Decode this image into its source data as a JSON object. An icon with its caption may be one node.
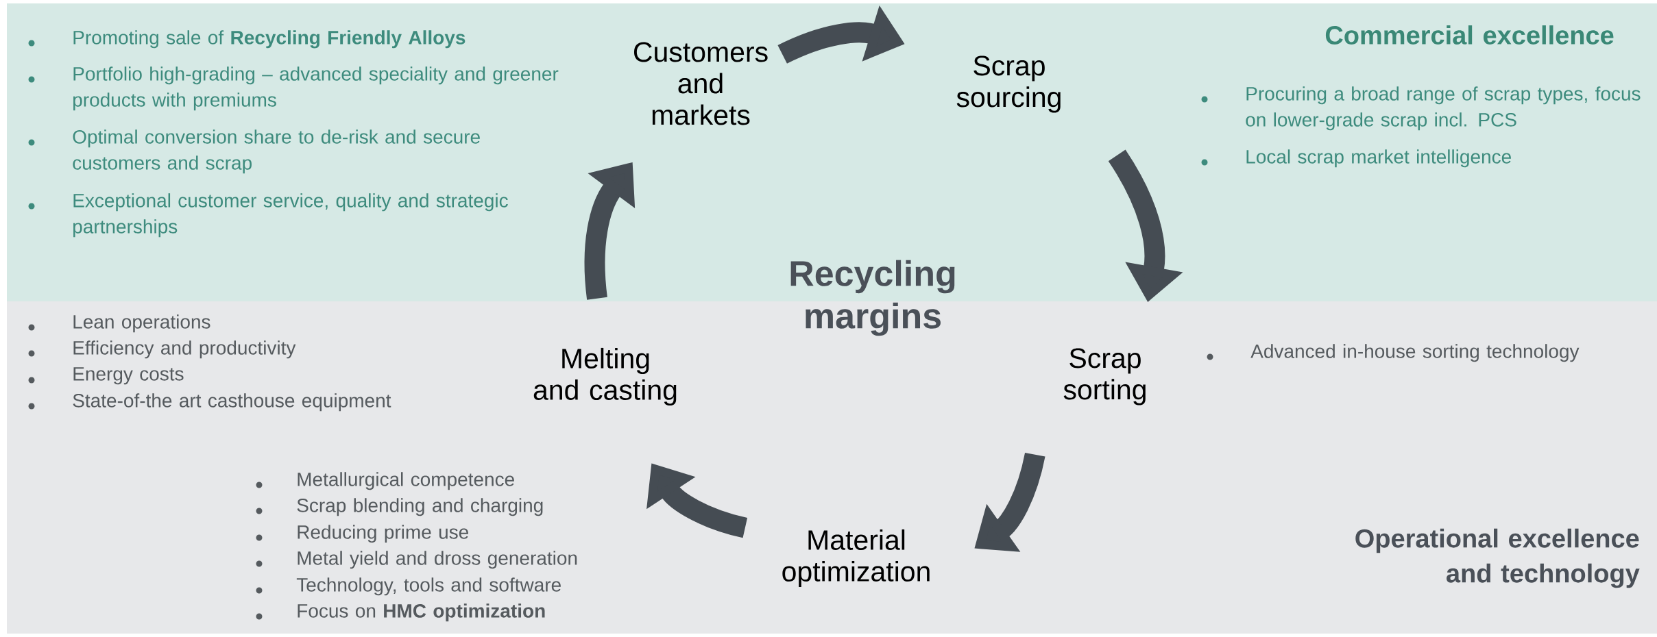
{
  "diagram": {
    "nodes": [
      {
        "text": [
          "Commercial excellence"
        ]
      },
      {
        "text": [
          "Operational excellence and technology"
        ]
      },
      {
        "text": [
          "Customers and markets"
        ],
        "in": 0
      },
      {
        "text": [
          "Scrap sourcing"
        ],
        "in": 0
      },
      {
        "text": [
          "Scrap sorting"
        ],
        "in": 1
      },
      {
        "text": [
          "Material optimization"
        ],
        "in": 1
      },
      {
        "text": [
          "Melting and casting"
        ],
        "in": 1
      }
    ],
    "edges": [
      {
        "from": 2,
        "to": 3,
        "arrow": "to"
      },
      {
        "from": 3,
        "to": 4,
        "arrow": "to"
      },
      {
        "from": 4,
        "to": 5,
        "arrow": "to"
      },
      {
        "from": 5,
        "to": 6,
        "arrow": "to"
      },
      {
        "from": 6,
        "to": 2,
        "arrow": "to"
      }
    ],
    "labels": [
      "Promoting sale of **Recycling Friendly Alloys**",
      "Portfolio high-grading – advanced speciality and greener products with premiums",
      "Optimal conversion share to de-risk and secure customers and scrap",
      "Exceptional customer service, quality and strategic partnerships",
      "Procuring a broad range of scrap types, focus on lower-grade scrap incl. PCS",
      "Local scrap market intelligence",
      "Recycling margins",
      "Lean operations",
      "Efficiency and productivity",
      "Energy costs",
      "State-of-the art casthouse equipment",
      "Advanced in-house sorting technology",
      "Metallurgical competence",
      "Scrap blending and charging",
      "Reducing prime use",
      "Metal yield and dross generation",
      "Technology, tools and software",
      "Focus on **HMC optimization**"
    ]
  }
}
